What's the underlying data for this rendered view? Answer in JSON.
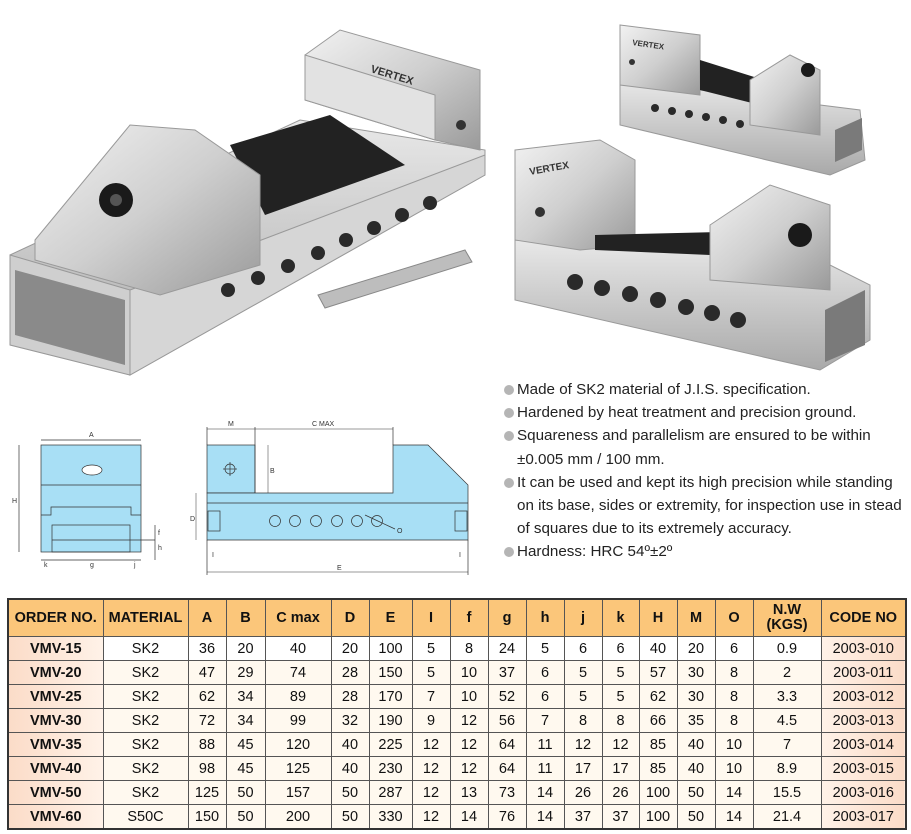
{
  "brand": "VERTEX",
  "features": [
    "Made of SK2 material of J.I.S. specification.",
    "Hardened by heat treatment and precision ground.",
    "Squareness and parallelism are ensured to be within ±0.005 mm / 100 mm.",
    "It can be used and kept its high precision while standing on its base, sides or extremity, for inspection use in stead of squares due to its extremely accuracy.",
    "Hardness: HRC 54º±2º"
  ],
  "diagram_labels": {
    "A": "A",
    "H": "H",
    "k": "k",
    "g": "g",
    "j": "j",
    "f": "f",
    "h": "h",
    "M": "M",
    "C_MAX": "C MAX",
    "B": "B",
    "D": "D",
    "O": "O",
    "I": "I",
    "E": "E"
  },
  "table": {
    "headers": [
      "ORDER NO.",
      "MATERIAL",
      "A",
      "B",
      "C max",
      "D",
      "E",
      "I",
      "f",
      "g",
      "h",
      "j",
      "k",
      "H",
      "M",
      "O",
      "N.W (KGS)",
      "CODE NO"
    ],
    "rows": [
      [
        "VMV-15",
        "SK2",
        "36",
        "20",
        "40",
        "20",
        "100",
        "5",
        "8",
        "24",
        "5",
        "6",
        "6",
        "40",
        "20",
        "6",
        "0.9",
        "2003-010"
      ],
      [
        "VMV-20",
        "SK2",
        "47",
        "29",
        "74",
        "28",
        "150",
        "5",
        "10",
        "37",
        "6",
        "5",
        "5",
        "57",
        "30",
        "8",
        "2",
        "2003-011"
      ],
      [
        "VMV-25",
        "SK2",
        "62",
        "34",
        "89",
        "28",
        "170",
        "7",
        "10",
        "52",
        "6",
        "5",
        "5",
        "62",
        "30",
        "8",
        "3.3",
        "2003-012"
      ],
      [
        "VMV-30",
        "SK2",
        "72",
        "34",
        "99",
        "32",
        "190",
        "9",
        "12",
        "56",
        "7",
        "8",
        "8",
        "66",
        "35",
        "8",
        "4.5",
        "2003-013"
      ],
      [
        "VMV-35",
        "SK2",
        "88",
        "45",
        "120",
        "40",
        "225",
        "12",
        "12",
        "64",
        "11",
        "12",
        "12",
        "85",
        "40",
        "10",
        "7",
        "2003-014"
      ],
      [
        "VMV-40",
        "SK2",
        "98",
        "45",
        "125",
        "40",
        "230",
        "12",
        "12",
        "64",
        "11",
        "17",
        "17",
        "85",
        "40",
        "10",
        "8.9",
        "2003-015"
      ],
      [
        "VMV-50",
        "SK2",
        "125",
        "50",
        "157",
        "50",
        "287",
        "12",
        "13",
        "73",
        "14",
        "26",
        "26",
        "100",
        "50",
        "14",
        "15.5",
        "2003-016"
      ],
      [
        "VMV-60",
        "S50C",
        "150",
        "50",
        "200",
        "50",
        "330",
        "12",
        "14",
        "76",
        "14",
        "37",
        "37",
        "100",
        "50",
        "14",
        "21.4",
        "2003-017"
      ]
    ]
  },
  "colors": {
    "header": "#fbc67a",
    "diagram_fill": "#a8dff5"
  }
}
